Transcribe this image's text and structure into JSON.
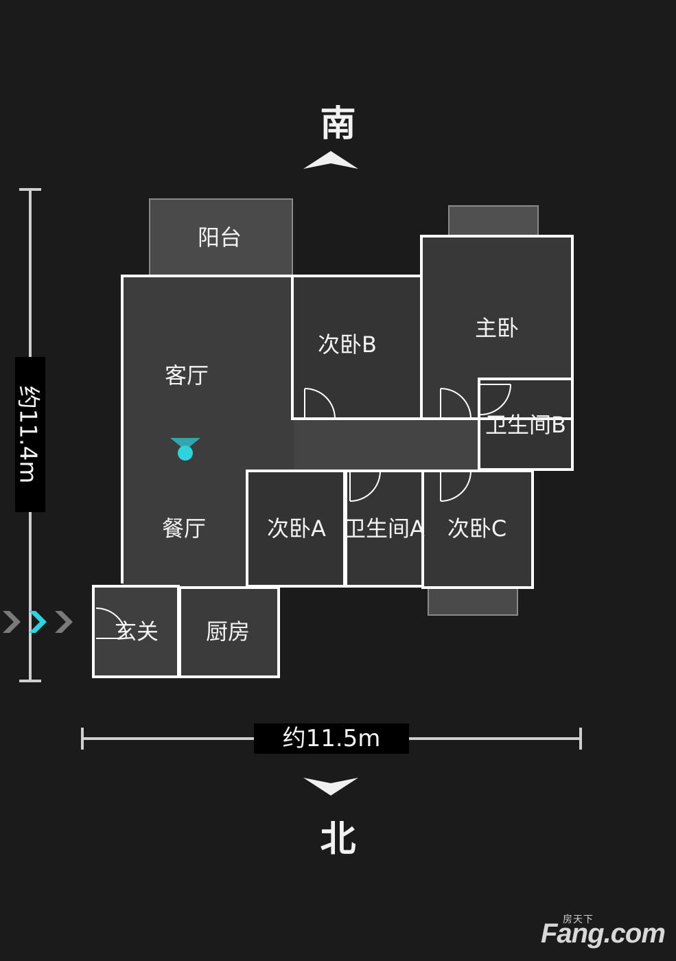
{
  "compass": {
    "south": "南",
    "north": "北"
  },
  "dimensions": {
    "width": "约11.5m",
    "height": "约11.4m"
  },
  "rooms": {
    "balcony": "阳台",
    "living_room": "客厅",
    "dining_room": "餐厅",
    "entrance": "玄关",
    "kitchen": "厨房",
    "bedroom_b": "次卧B",
    "master_bedroom": "主卧",
    "bathroom_b": "卫生间B",
    "bedroom_a": "次卧A",
    "bathroom_a": "卫生间A",
    "bedroom_c": "次卧C"
  },
  "logo": {
    "small": "房天下",
    "main": "Fang.com"
  },
  "colors": {
    "background": "#1b1b1b",
    "wall": "#ffffff",
    "floor": "#3a3a3a",
    "marker": "#2ed3de"
  }
}
